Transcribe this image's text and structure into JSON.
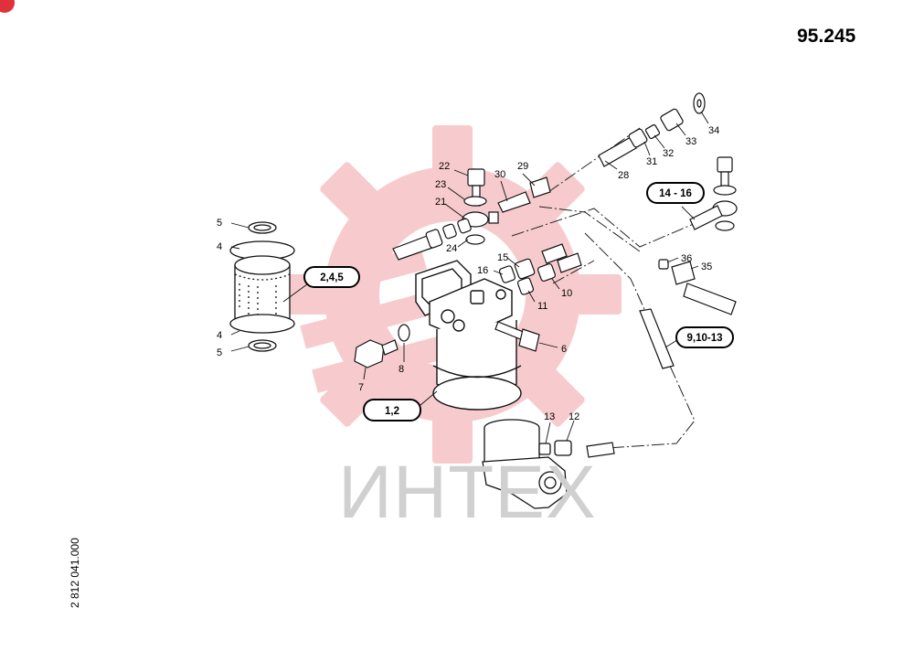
{
  "page_number": "95.245",
  "document_code": "2 812 041.000",
  "watermark": {
    "text": "ИНТЕХ",
    "brand_color": "#f4b3b5",
    "logo_icon": "gear-icon"
  },
  "callouts": [
    {
      "id": "c245",
      "label": "2,4,5"
    },
    {
      "id": "c12",
      "label": "1,2"
    },
    {
      "id": "c1416",
      "label": "14 - 16"
    },
    {
      "id": "c913",
      "label": "9,10-13"
    }
  ],
  "part_labels": [
    {
      "id": "p5a",
      "label": "5"
    },
    {
      "id": "p4a",
      "label": "4"
    },
    {
      "id": "p4b",
      "label": "4"
    },
    {
      "id": "p5b",
      "label": "5"
    },
    {
      "id": "p22",
      "label": "22"
    },
    {
      "id": "p23",
      "label": "23"
    },
    {
      "id": "p21",
      "label": "21"
    },
    {
      "id": "p24",
      "label": "24"
    },
    {
      "id": "p30",
      "label": "30"
    },
    {
      "id": "p29",
      "label": "29"
    },
    {
      "id": "p28",
      "label": "28"
    },
    {
      "id": "p31",
      "label": "31"
    },
    {
      "id": "p32",
      "label": "32"
    },
    {
      "id": "p33",
      "label": "33"
    },
    {
      "id": "p34",
      "label": "34"
    },
    {
      "id": "p15",
      "label": "15"
    },
    {
      "id": "p16",
      "label": "16"
    },
    {
      "id": "p11",
      "label": "11"
    },
    {
      "id": "p10",
      "label": "10"
    },
    {
      "id": "p36",
      "label": "36"
    },
    {
      "id": "p35",
      "label": "35"
    },
    {
      "id": "p6",
      "label": "6"
    },
    {
      "id": "p7",
      "label": "7"
    },
    {
      "id": "p8",
      "label": "8"
    },
    {
      "id": "p13",
      "label": "13"
    },
    {
      "id": "p12",
      "label": "12"
    }
  ]
}
